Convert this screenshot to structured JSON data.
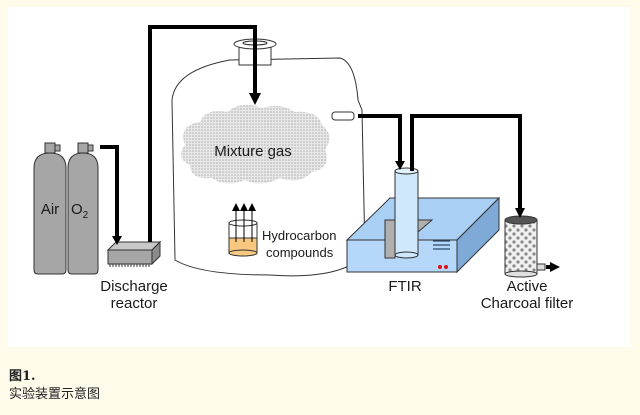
{
  "figure": {
    "labels": {
      "air_cylinder": "Air",
      "o2_cylinder_main": "O",
      "o2_cylinder_sub": "2",
      "discharge_reactor_line1": "Discharge",
      "discharge_reactor_line2": "reactor",
      "mixture_gas": "Mixture gas",
      "hydrocarbon_line1": "Hydrocarbon",
      "hydrocarbon_line2": "compounds",
      "ftir": "FTIR",
      "filter_line1": "Active",
      "filter_line2": "Charcoal filter"
    },
    "colors": {
      "page_background": "#fffbea",
      "panel_background": "#ffffff",
      "cylinder_fill": "#a6a6a6",
      "cloud_fill": "#d4d4d4",
      "liquid_fill": "#f8c880",
      "ftir_top": "#a9cff5",
      "ftir_front": "#b5d8fa",
      "ftir_side": "#7fa9d6",
      "tube_fill": "#cfe8fb",
      "indicator_leds": "#e01010",
      "pipe": "#000000"
    }
  },
  "caption": {
    "number": "图1.",
    "description": "实验装置示意图"
  }
}
